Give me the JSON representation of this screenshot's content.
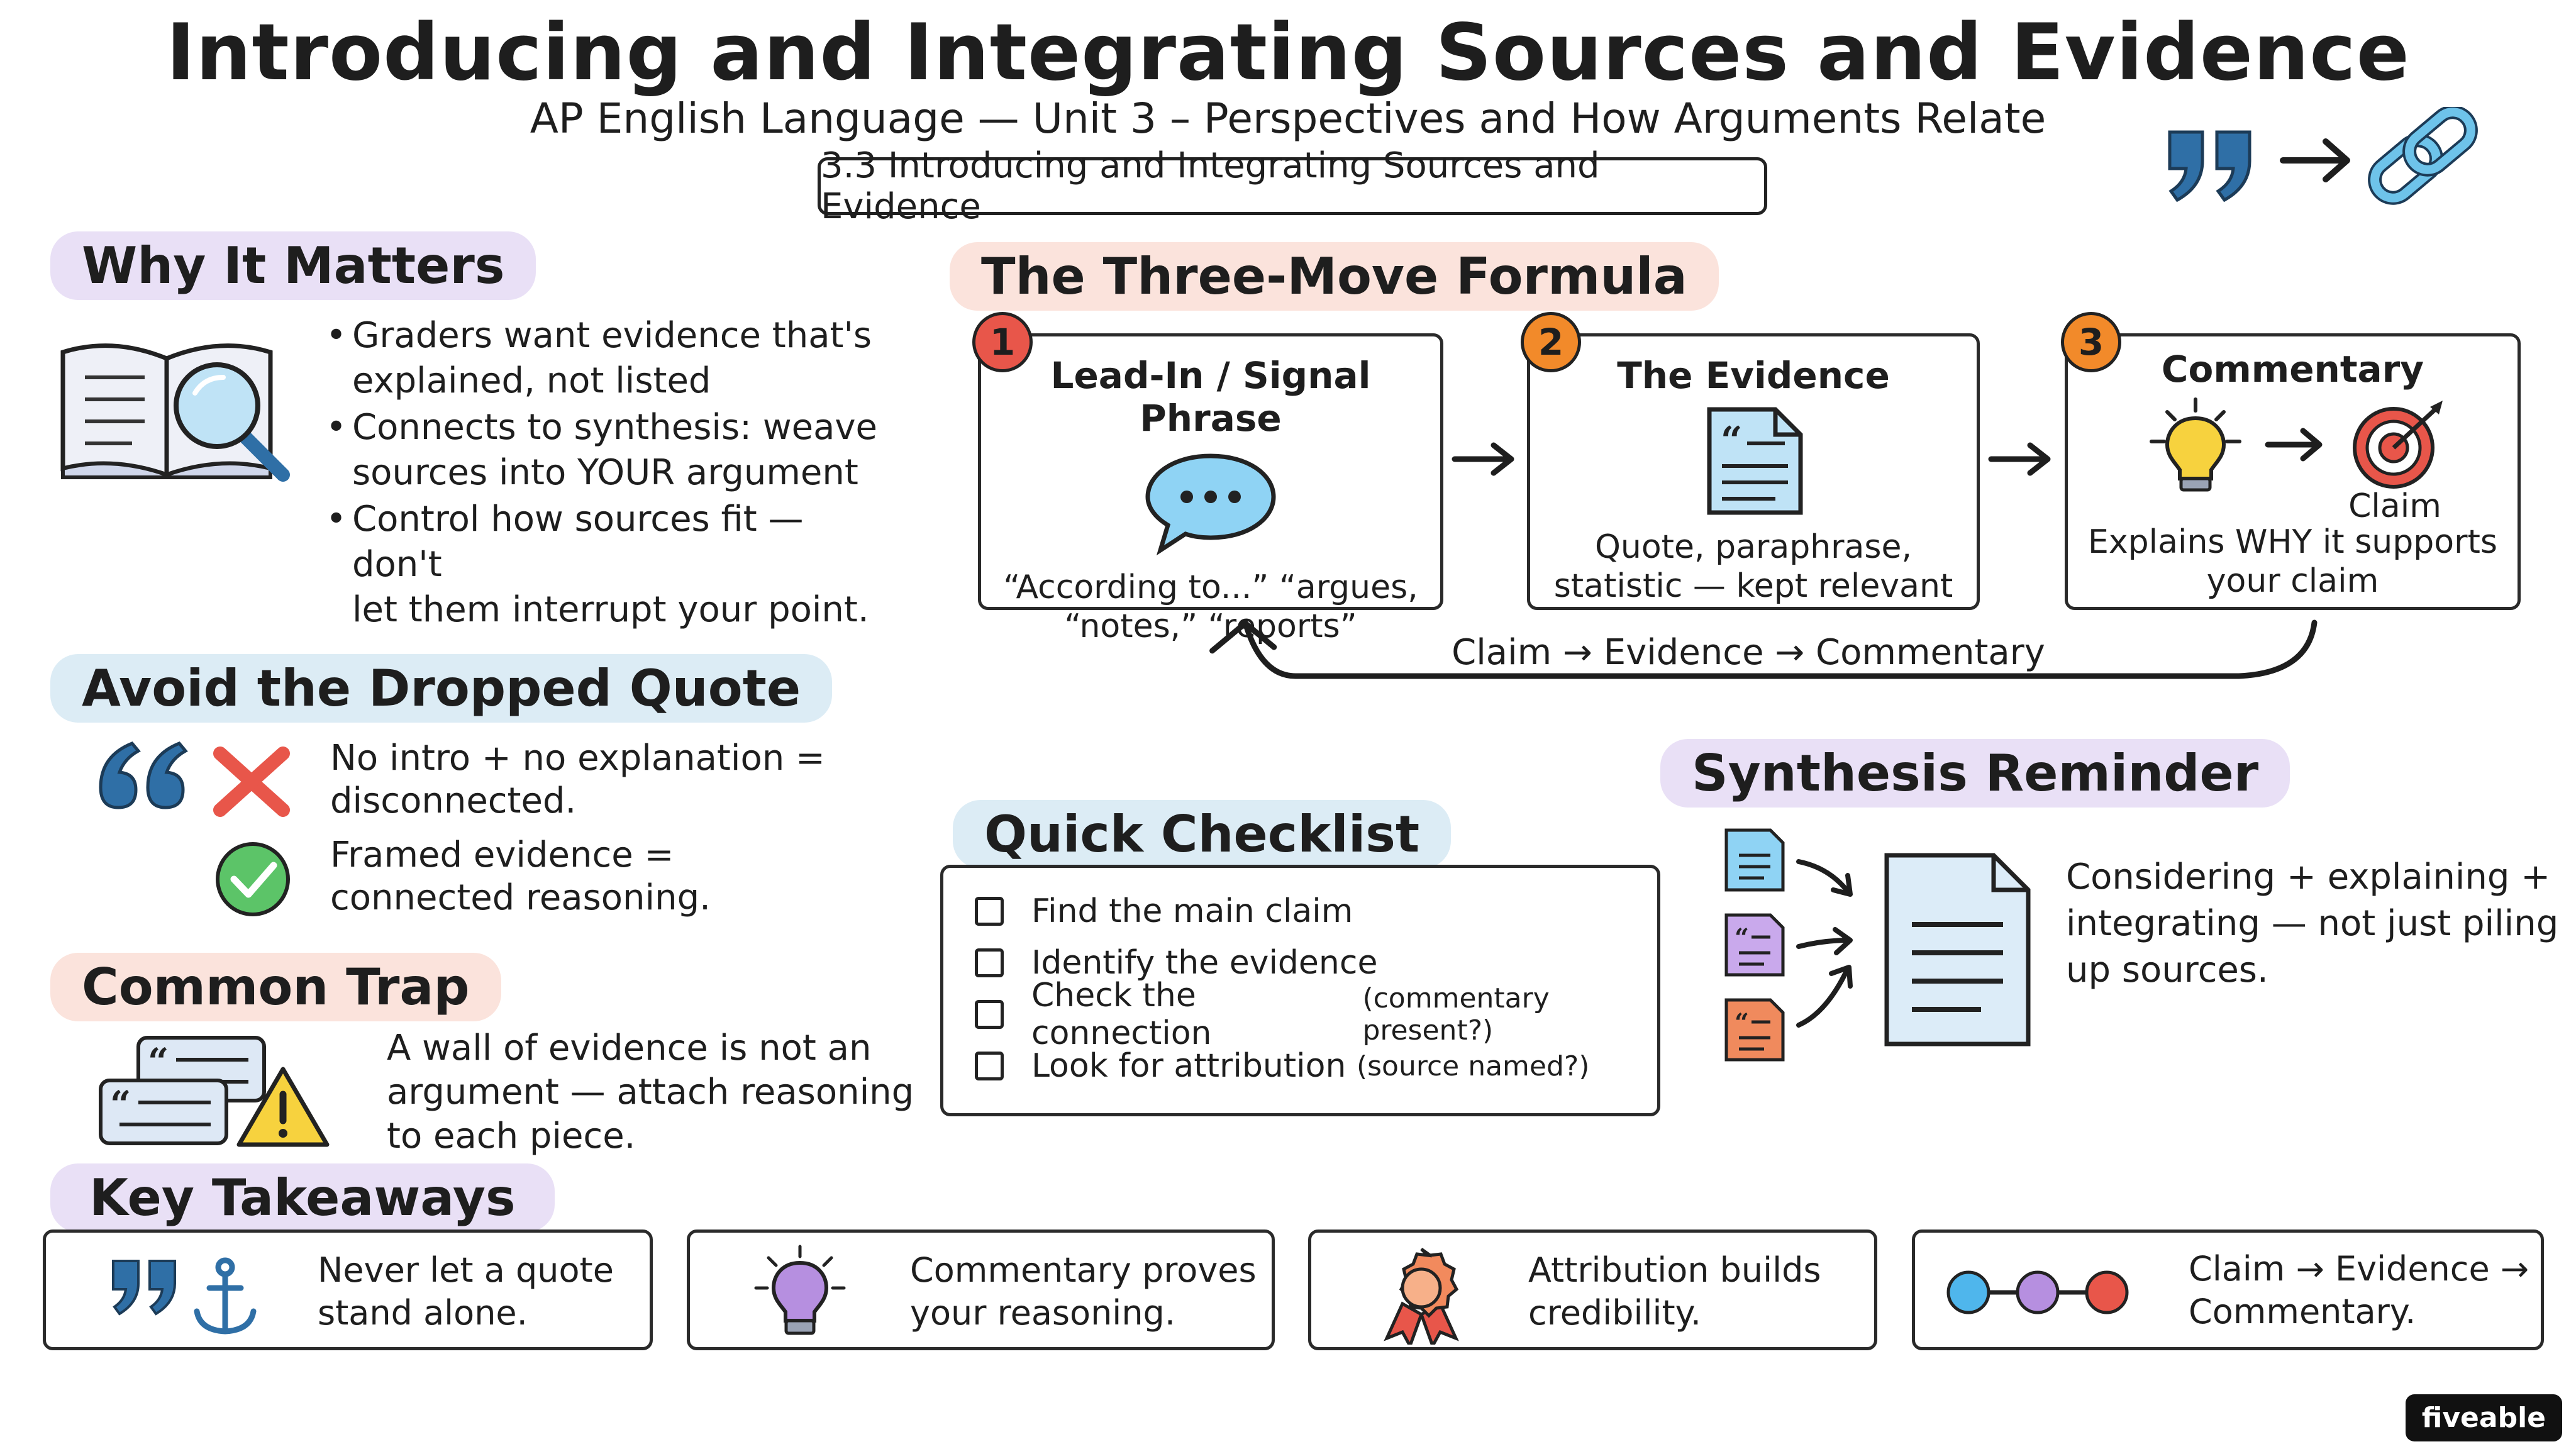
{
  "header": {
    "title": "Introducing and Integrating Sources and Evidence",
    "subtitle": "AP English Language — Unit 3 – Perspectives and How Arguments Relate",
    "lesson": "3.3 Introducing and Integrating Sources and Evidence",
    "icons": [
      "quote-marks-icon",
      "arrow-right-icon",
      "chain-link-icon"
    ]
  },
  "why": {
    "heading": "Why It Matters",
    "icon": "book-magnifier-icon",
    "bullets": [
      [
        "Graders want evidence that's",
        "explained, not listed"
      ],
      [
        "Connects to synthesis: weave",
        "sources into YOUR argument"
      ],
      [
        "Control how sources fit — don't",
        "let them interrupt your point."
      ]
    ]
  },
  "formula": {
    "heading": "The Three-Move Formula",
    "moves": [
      {
        "num": "1",
        "title": "Lead-In / Signal Phrase",
        "line1": "“According to...” “argues,",
        "line2": "“notes,” “reports”",
        "icon": "speech-bubble-icon",
        "color": "#e8564a"
      },
      {
        "num": "2",
        "title": "The Evidence",
        "line1": "Quote, paraphrase,",
        "line2": "statistic — kept relevant",
        "icon": "quoted-document-icon",
        "color": "#f28a2a"
      },
      {
        "num": "3",
        "title": "Commentary",
        "claim_label": "Claim",
        "line1": "Explains WHY it supports",
        "line2": "your claim",
        "icon": "lightbulb-to-target-icon",
        "color": "#f28a2a"
      }
    ],
    "loop_label": "Claim → Evidence → Commentary"
  },
  "dropped": {
    "heading": "Avoid the Dropped Quote",
    "bad": [
      "No intro + no explanation =",
      "disconnected."
    ],
    "good": [
      "Framed evidence =",
      "connected reasoning."
    ]
  },
  "trap": {
    "heading": "Common Trap",
    "lines": [
      "A wall of evidence is not an",
      "argument — attach reasoning",
      "to each piece."
    ]
  },
  "checklist": {
    "heading": "Quick Checklist",
    "items": [
      {
        "main": "Find the main claim",
        "note": ""
      },
      {
        "main": "Identify the evidence",
        "note": ""
      },
      {
        "main": "Check the connection",
        "note": "(commentary present?)"
      },
      {
        "main": "Look for attribution",
        "note": "(source named?)"
      }
    ]
  },
  "synthesis": {
    "heading": "Synthesis Reminder",
    "lines": [
      "Considering + explaining +",
      "integrating — not just piling",
      "up sources."
    ]
  },
  "takeaways": {
    "heading": "Key Takeaways",
    "cards": [
      {
        "icon": "quote-anchor-icon",
        "lines": [
          "Never let a quote",
          "stand alone."
        ]
      },
      {
        "icon": "lightbulb-icon",
        "lines": [
          "Commentary proves",
          "your reasoning."
        ]
      },
      {
        "icon": "award-ribbon-icon",
        "lines": [
          "Attribution builds",
          "credibility."
        ]
      },
      {
        "icon": "connected-dots-icon",
        "lines": [
          "Claim → Evidence →",
          "Commentary."
        ]
      }
    ]
  },
  "brand": "fiveable",
  "colors": {
    "blue": "#2f6fa6",
    "purple": "#b68fe0",
    "red": "#e8564a",
    "orange": "#f28a2a",
    "green": "#5cc468",
    "yellow": "#f7d23e"
  }
}
